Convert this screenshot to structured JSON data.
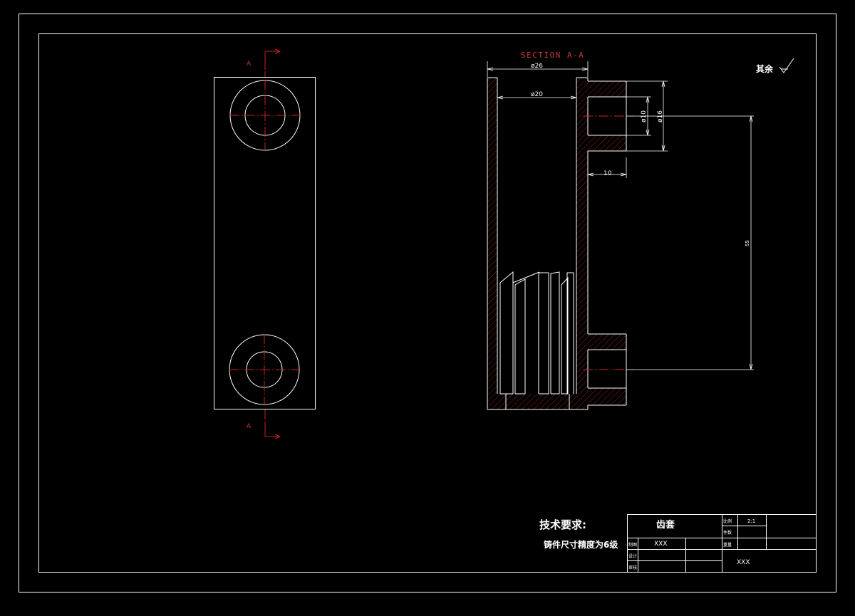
{
  "colors": {
    "background": "#000000",
    "line": "#ffffff",
    "centerline": "#cc2222",
    "hatch": "#aa2a2a",
    "section_label": "#c23a3a"
  },
  "views": {
    "front": {
      "section_mark_top": "A",
      "section_mark_bottom": "A"
    },
    "section": {
      "title": "SECTION A-A"
    }
  },
  "dimensions": {
    "d_outer": "ø26",
    "d_inner": "ø20",
    "d_hole": "ø10",
    "d_boss": "ø16",
    "boss_length": "10",
    "hole_pitch": "55"
  },
  "roughness": {
    "label": "其余"
  },
  "tech_requirements": {
    "title": "技术要求:",
    "line1": "铸件尺寸精度为6级"
  },
  "title_block": {
    "part_name": "齿套",
    "scale_label": "比例",
    "scale_value": "2:1",
    "qty_label": "件数",
    "weight_label": "重量",
    "drawn_label": "制图",
    "drawn_name": "XXX",
    "design_label": "设计",
    "check_label": "审核",
    "company": "XXX"
  }
}
